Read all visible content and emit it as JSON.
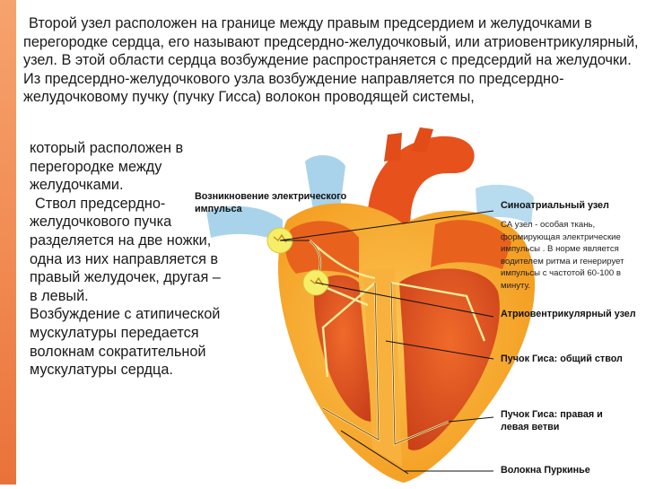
{
  "intro_text": "Второй узел расположен на границе между правым предсердием и желудочками в перегородке сердца, его называют предсердно-желудочковый, или атриовентрикулярный, узел. В этой области сердца возбуждение распространяется с предсердий на желудочки. Из предсердно-желудочкового узла возбуждение направляется по предсердно-желудочковому пучку (пучку Гисса) волокон проводящей системы,",
  "side_text": {
    "p1": "который расположен в перегородке между желудочками.",
    "p2": "Ствол предсердно-желудочкового пучка разделяется на две ножки, одна из них направляется в правый желудочек, другая – в левый.",
    "p3": "Возбуждение с атипической мускулатуры передается волокнам сократительной мускулатуры сердца."
  },
  "diagram": {
    "label_origin": "Возникновение электрического импульса",
    "label_sa_node": "Синоатриальный узел",
    "sa_description": "СА узел - особая ткань, формирующая электрические импульсы . В норме является водителем ритма и генерирует импульсы с частотой 60-100 в минуту.",
    "label_av_node": "Атриовентрикулярный узел",
    "label_his_trunk": "Пучок Гиса: общий ствол",
    "label_his_branches": "Пучок Гиса: правая и левая ветви",
    "label_purkinje": "Волокна Пуркинье"
  },
  "colors": {
    "accent_strip": "#f08a52",
    "heart_outer": "#f7a21e",
    "heart_inner": "#e0531a",
    "vessel_blue": "#a9d3ea",
    "node_yellow": "#f6ee68"
  }
}
